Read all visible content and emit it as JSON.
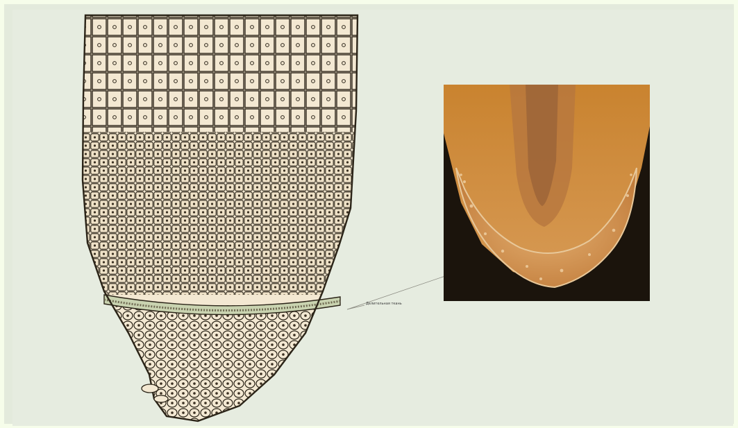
{
  "figure": {
    "caption_text": "Делительная ткань",
    "colors": {
      "background": "#e6ece0",
      "cell_wall": "#2b2418",
      "cell_fill": "#f3e8d2",
      "photo_dark": "#1b140c",
      "photo_root": "#c98a52",
      "photo_cap": "#e3b07a"
    },
    "panels": [
      "root-tip-drawing",
      "root-tip-photo"
    ]
  }
}
